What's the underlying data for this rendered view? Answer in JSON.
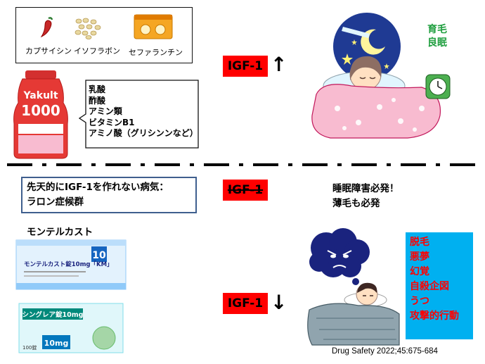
{
  "supplements": [
    {
      "label": "カプサイシン",
      "icon": "chili-pepper-icon"
    },
    {
      "label": "イソフラボン",
      "icon": "soybeans-icon"
    },
    {
      "label": "セファランチン",
      "icon": "tablet-blister-icon"
    }
  ],
  "yakult": {
    "brand": "Yakult",
    "number": "1000",
    "nutrients": [
      "乳酸",
      "酢酸",
      "アミン類",
      "ビタミンB1",
      "アミノ酸（グリシンンなど）"
    ]
  },
  "igf": {
    "label": "IGF-1",
    "up_arrow": "↑",
    "down_arrow": "↓"
  },
  "good_effects": [
    "育毛",
    "良眠"
  ],
  "laron": {
    "line1": "先天的にIGF-1を作れない病気：",
    "line2": "ラロン症候群"
  },
  "sleep_issue": {
    "line1": "睡眠障害必発！",
    "line2": "薄毛も必発"
  },
  "montelukast": {
    "title": "モンテルカスト",
    "pack1": {
      "name": "モンテルカスト錠10mg「KM」",
      "dose": "10"
    },
    "pack2": {
      "name": "シングレア錠10mg",
      "dose": "10mg",
      "count": "100錠"
    }
  },
  "symptoms": [
    "脱毛",
    "悪夢",
    "幻覚",
    "自殺企図",
    "うつ",
    "攻撃的行動"
  ],
  "citation": "Drug Safety 2022;45:675-684",
  "colors": {
    "igf_red": "#ff0000",
    "green": "#1e9e3e",
    "symptom_bg": "#00b0f0",
    "symptom_text": "#ff0000"
  }
}
